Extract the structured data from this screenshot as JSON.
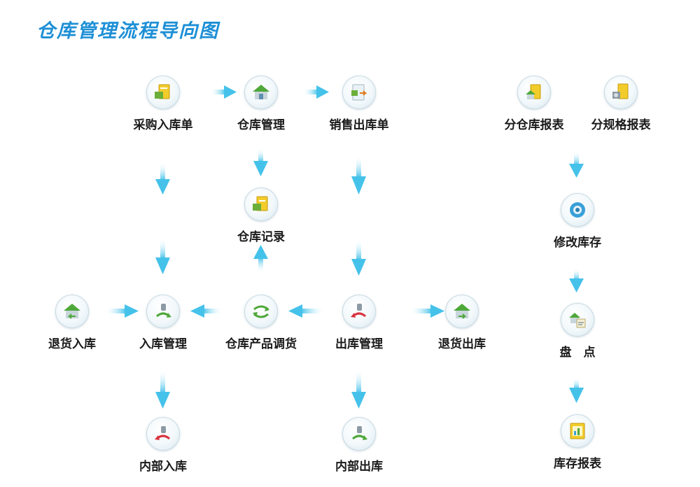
{
  "title": "仓库管理流程导向图",
  "nodes": {
    "purchase_in": {
      "label": "采购入库单",
      "icon": "purchase-receipt-icon"
    },
    "warehouse_mgmt": {
      "label": "仓库管理",
      "icon": "warehouse-icon"
    },
    "sales_out": {
      "label": "销售出库单",
      "icon": "sales-issue-icon"
    },
    "branch_report": {
      "label": "分仓库报表",
      "icon": "branch-report-icon"
    },
    "spec_report": {
      "label": "分规格报表",
      "icon": "spec-report-icon"
    },
    "warehouse_record": {
      "label": "仓库记录",
      "icon": "record-icon"
    },
    "modify_stock": {
      "label": "修改库存",
      "icon": "modify-stock-icon"
    },
    "return_in": {
      "label": "退货入库",
      "icon": "return-in-icon"
    },
    "in_mgmt": {
      "label": "入库管理",
      "icon": "inbound-icon"
    },
    "transfer": {
      "label": "仓库产品调货",
      "icon": "transfer-icon"
    },
    "out_mgmt": {
      "label": "出库管理",
      "icon": "outbound-icon"
    },
    "return_out": {
      "label": "退货出库",
      "icon": "return-out-icon"
    },
    "stocktake": {
      "label": "盘　点",
      "icon": "stocktake-icon"
    },
    "internal_in": {
      "label": "内部入库",
      "icon": "internal-in-icon"
    },
    "internal_out": {
      "label": "内部出库",
      "icon": "internal-out-icon"
    },
    "stock_report": {
      "label": "库存报表",
      "icon": "stock-report-icon"
    }
  },
  "colors": {
    "title": "#1d8fd6",
    "arrow": "#45c2ea",
    "arrow_light": "#bfeaf8"
  }
}
